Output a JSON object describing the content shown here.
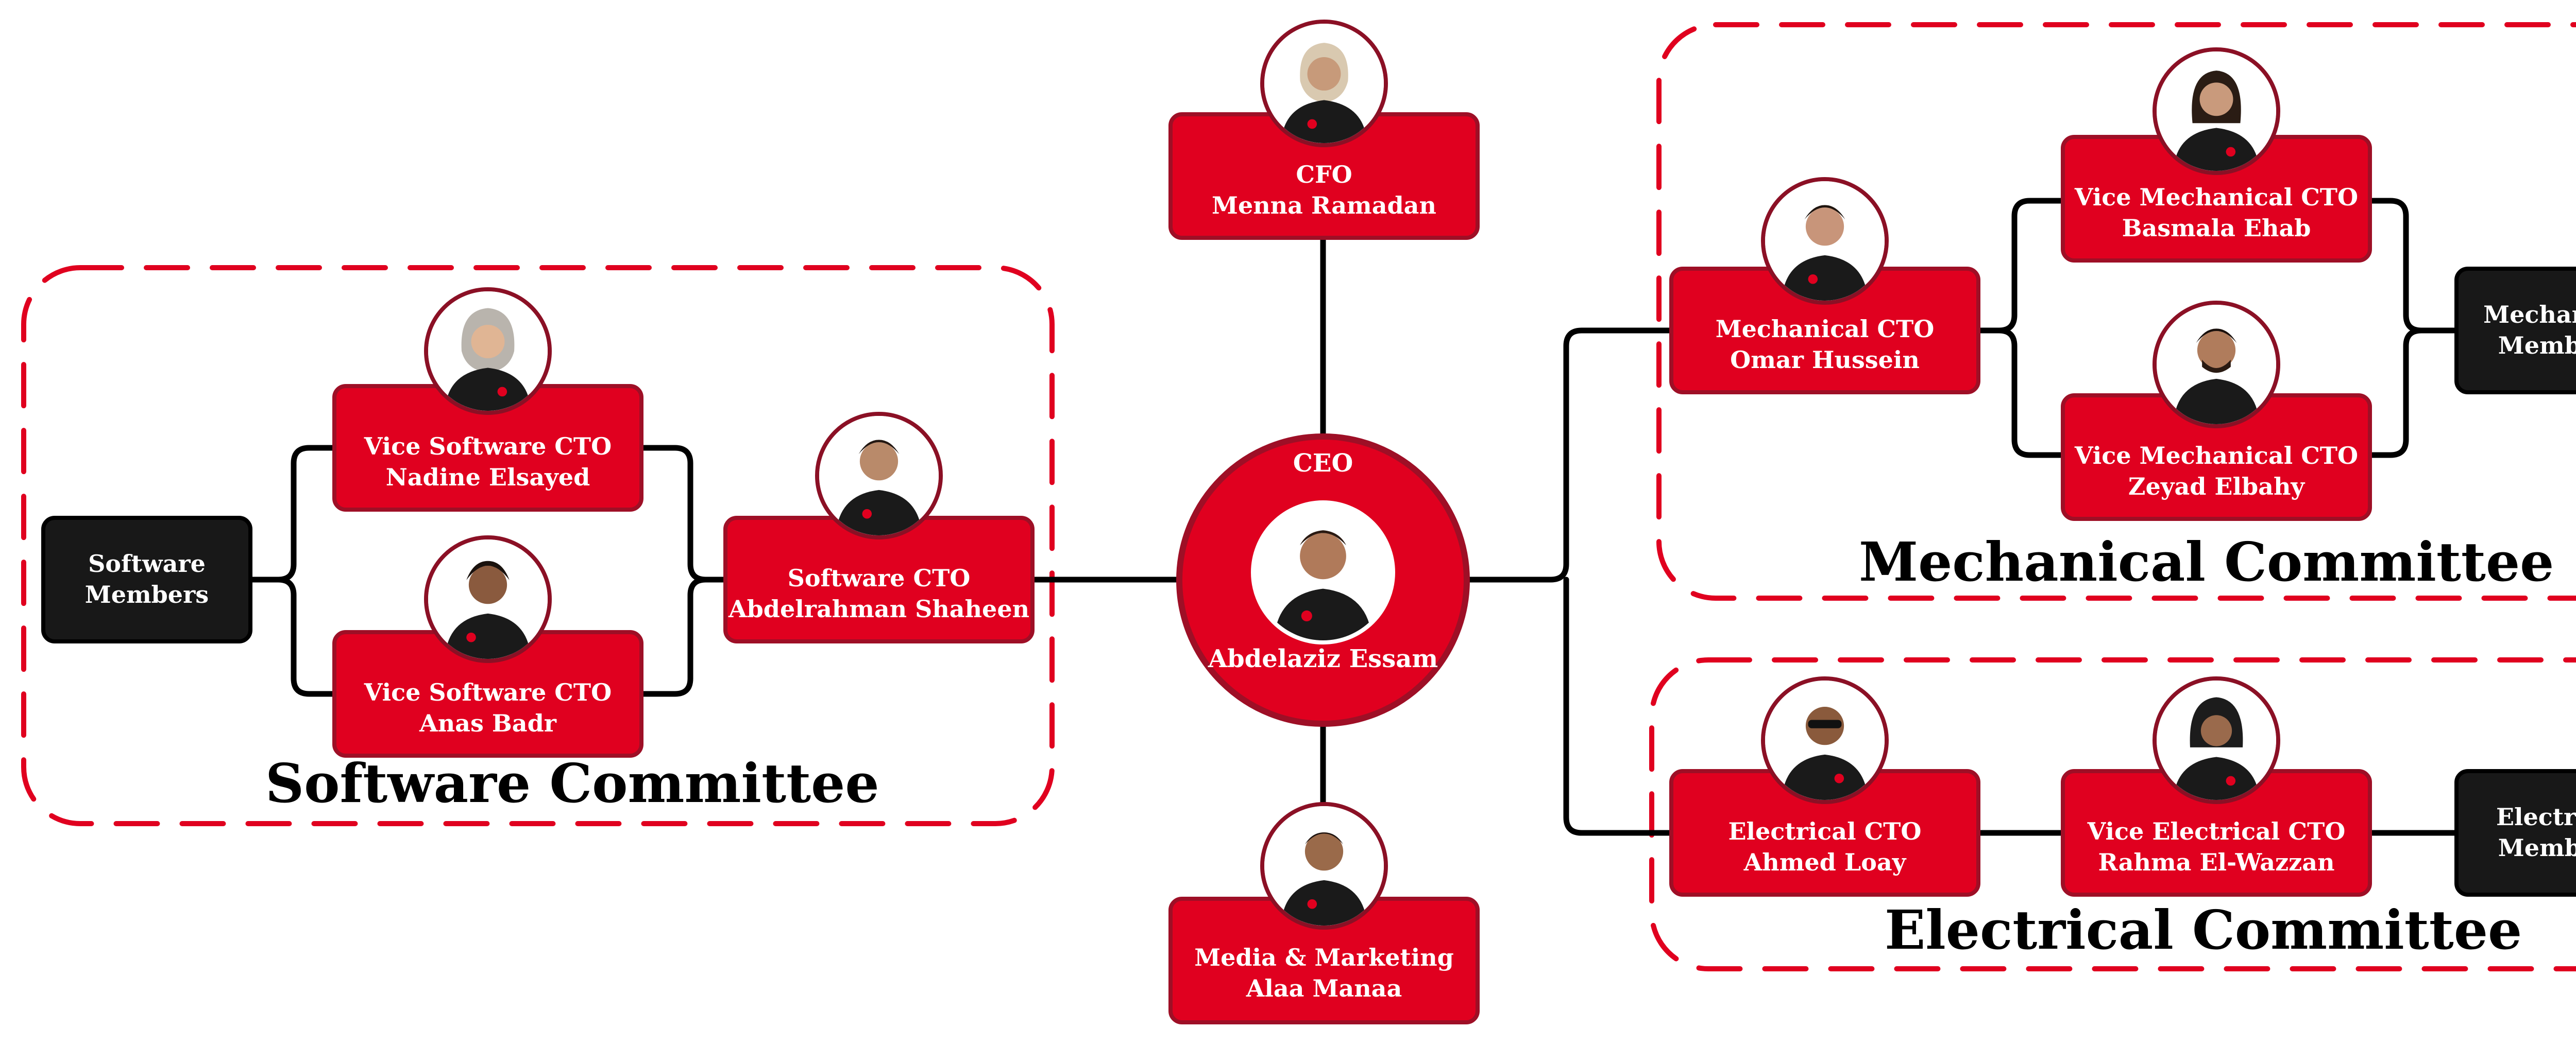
{
  "ceo": {
    "title": "CEO",
    "name": "Abdelaziz Essam"
  },
  "cfo": {
    "title": "CFO",
    "name": "Menna Ramadan"
  },
  "media": {
    "title": "Media & Marketing",
    "name": "Alaa Manaa"
  },
  "software": {
    "committee": "Software Committee",
    "cto": {
      "title": "Software CTO",
      "name": "Abdelrahman Shaheen"
    },
    "vice1": {
      "title": "Vice Software CTO",
      "name": "Nadine Elsayed"
    },
    "vice2": {
      "title": "Vice Software CTO",
      "name": "Anas Badr"
    },
    "members": {
      "line1": "Software",
      "line2": "Members"
    }
  },
  "mechanical": {
    "committee": "Mechanical Committee",
    "cto": {
      "title": "Mechanical CTO",
      "name": "Omar Hussein"
    },
    "vice1": {
      "title": "Vice Mechanical CTO",
      "name": "Basmala Ehab"
    },
    "vice2": {
      "title": "Vice Mechanical CTO",
      "name": "Zeyad Elbahy"
    },
    "members": {
      "line1": "Mechanical",
      "line2": "Members"
    }
  },
  "electrical": {
    "committee": "Electrical Committee",
    "cto": {
      "title": "Electrical CTO",
      "name": "Ahmed Loay"
    },
    "vice": {
      "title": "Vice Electrical CTO",
      "name": "Rahma El-Wazzan"
    },
    "members": {
      "line1": "Electrical",
      "line2": "Members"
    }
  },
  "colors": {
    "accent": "#e0001f",
    "accent_border": "#9e0f26",
    "dark": "#181818"
  },
  "icons": {
    "person": "person-photo-icon"
  }
}
